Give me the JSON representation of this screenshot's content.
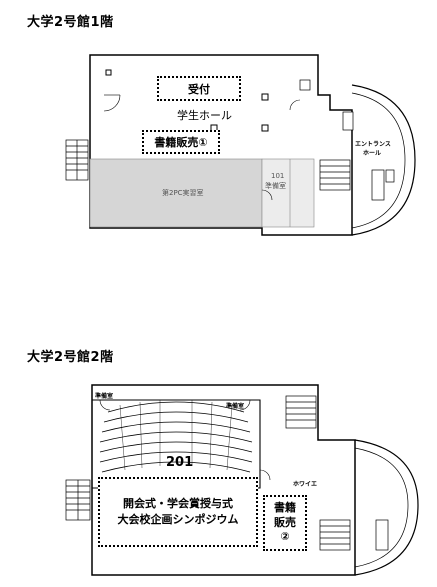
{
  "floor1": {
    "title": "大学2号館1階",
    "reception": "受付",
    "student_hall": "学生ホール",
    "bookstore": "書籍販売①",
    "pc_lab": "第2PC実習室",
    "room101_num": "101",
    "room101_name": "準備室",
    "entrance_line1": "エントランス",
    "entrance_line2": "ホール"
  },
  "floor2": {
    "title": "大学2号館2階",
    "prep_left": "準備室",
    "prep_right": "準備室",
    "room201": "201",
    "foyer": "ホワイエ",
    "ceremony_line1": "開会式・学会賞授与式",
    "ceremony_line2": "大会校企画シンポジウム",
    "bookstore_line1": "書籍",
    "bookstore_line2": "販売",
    "bookstore_num": "②"
  }
}
